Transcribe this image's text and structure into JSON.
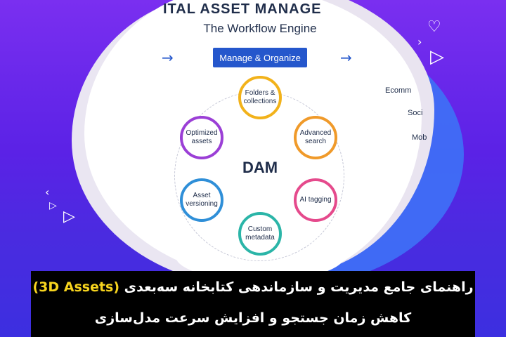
{
  "infographic": {
    "title": "ITAL ASSET MANAGE",
    "subtitle": "The Workflow Engine",
    "button_label": "Manage & Organize",
    "arrow_left": "→",
    "arrow_right": "→",
    "center_label": "DAM",
    "nodes": [
      {
        "label": "Folders & collections",
        "color": "#f2b21a"
      },
      {
        "label": "Advanced search",
        "color": "#f09a2a"
      },
      {
        "label": "AI tagging",
        "color": "#e54a8c"
      },
      {
        "label": "Custom metadata",
        "color": "#2bb5a8"
      },
      {
        "label": "Asset versioning",
        "color": "#2f8fd8"
      },
      {
        "label": "Optimized assets",
        "color": "#9b3fd6"
      }
    ],
    "right_partial_labels": [
      "Ecomm",
      "Soci",
      "Mob"
    ]
  },
  "banner": {
    "line1_prefix": "راهنمای جامع مدیریت و سازماندهی کتابخانه سه‌بعدی ",
    "line1_highlight": "(3D Assets)",
    "line2": "کاهش زمان جستجو و افزایش سرعت مدل‌سازی"
  },
  "colors": {
    "background_top": "#7a2ff0",
    "background_bottom": "#3c2fe0",
    "blob": "#3f6ef5",
    "button": "#2557cc",
    "highlight": "#f7d41e"
  }
}
